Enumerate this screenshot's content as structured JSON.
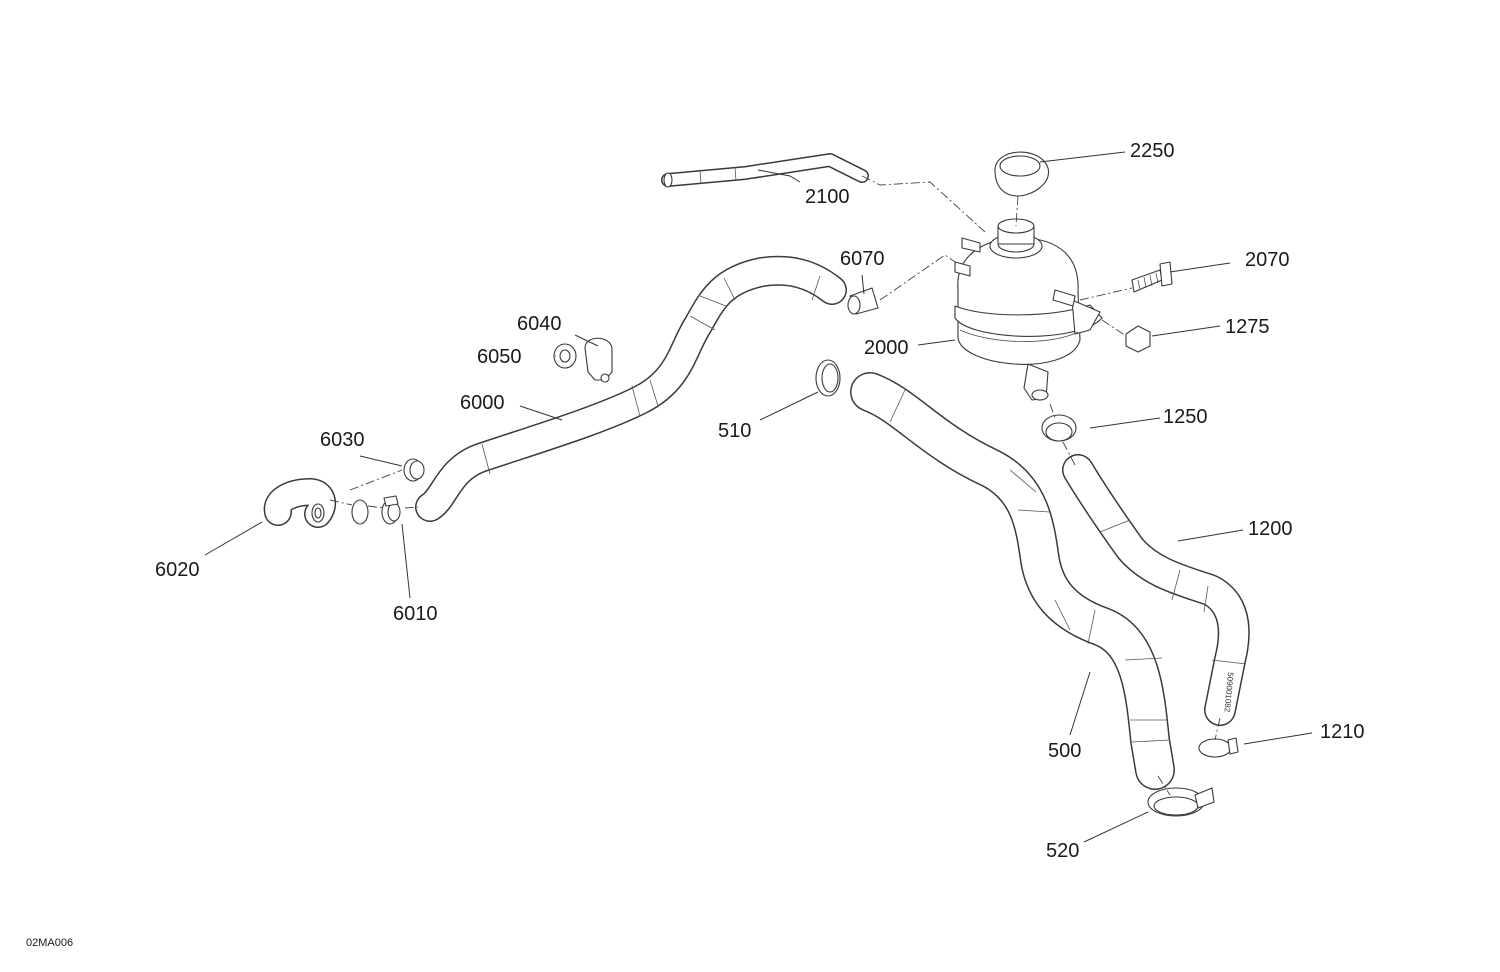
{
  "drawing": {
    "reference_code": "02MA006",
    "hose_marking": "509001082"
  },
  "callouts": [
    {
      "id": "2250",
      "label": "2250"
    },
    {
      "id": "2100",
      "label": "2100"
    },
    {
      "id": "2070",
      "label": "2070"
    },
    {
      "id": "6070",
      "label": "6070"
    },
    {
      "id": "1275",
      "label": "1275"
    },
    {
      "id": "6040",
      "label": "6040"
    },
    {
      "id": "2000",
      "label": "2000"
    },
    {
      "id": "6050",
      "label": "6050"
    },
    {
      "id": "6000",
      "label": "6000"
    },
    {
      "id": "1250",
      "label": "1250"
    },
    {
      "id": "510",
      "label": "510"
    },
    {
      "id": "6030",
      "label": "6030"
    },
    {
      "id": "1200",
      "label": "1200"
    },
    {
      "id": "6020",
      "label": "6020"
    },
    {
      "id": "6010",
      "label": "6010"
    },
    {
      "id": "1210",
      "label": "1210"
    },
    {
      "id": "500",
      "label": "500"
    },
    {
      "id": "520",
      "label": "520"
    }
  ]
}
